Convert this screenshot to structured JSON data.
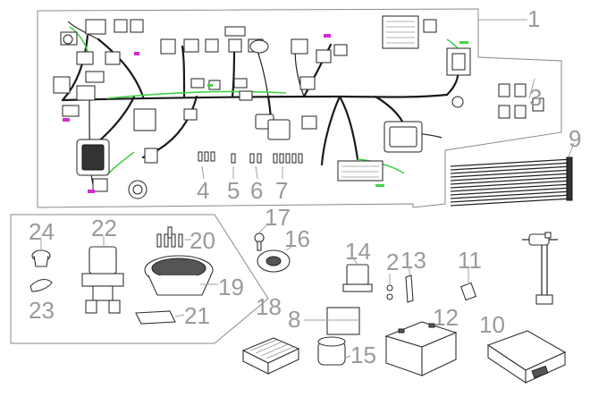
{
  "diagram": {
    "callouts": {
      "c1": "1",
      "c2": "2",
      "c3": "3",
      "c4": "4",
      "c5": "5",
      "c6": "6",
      "c7": "7",
      "c8": "8",
      "c9": "9",
      "c10": "10",
      "c11": "11",
      "c12": "12",
      "c13": "13",
      "c14": "14",
      "c15": "15",
      "c16": "16",
      "c17": "17",
      "c18": "18",
      "c19": "19",
      "c20": "20",
      "c21": "21",
      "c22": "22",
      "c23": "23",
      "c24": "24"
    },
    "colors": {
      "callout": "#9a9a9a",
      "wire": "#1a1a1a",
      "wire_green": "#44d24a",
      "tag_magenta": "#d22ad2"
    }
  }
}
